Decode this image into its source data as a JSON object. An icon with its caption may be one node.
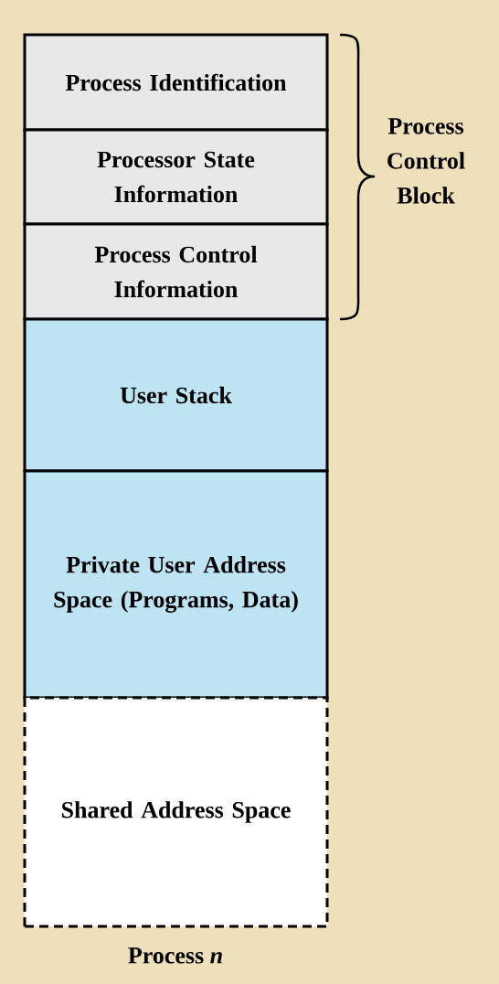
{
  "diagram": {
    "nodes": [
      {
        "text": [
          "Process Identification"
        ]
      },
      {
        "text": [
          "Processor State Information"
        ]
      },
      {
        "text": [
          "Process Control Information"
        ]
      },
      {
        "text": [
          "User Stack"
        ]
      },
      {
        "text": [
          "Private User Address Space (Programs, Data)"
        ]
      },
      {
        "text": [
          "Shared Address Space"
        ]
      }
    ],
    "labels": [
      "Process Control Block",
      "Process *n*"
    ]
  }
}
